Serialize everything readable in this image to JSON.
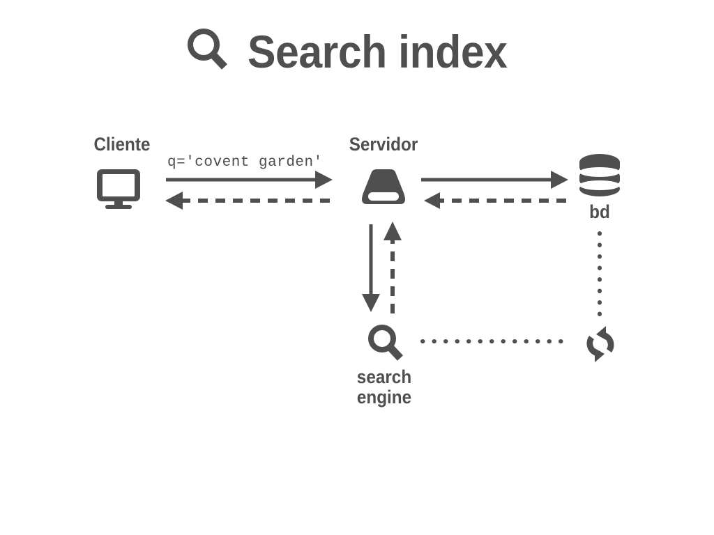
{
  "page": {
    "background_color": "#ffffff",
    "ink_color": "#4f4f4f"
  },
  "header": {
    "title": "Search index",
    "icon": "search-icon"
  },
  "diagram": {
    "type": "sequence-architecture-diagram",
    "nodes": [
      {
        "id": "cliente",
        "label": "Cliente",
        "icon": "desktop-monitor-icon",
        "label_position": "above"
      },
      {
        "id": "servidor",
        "label": "Servidor",
        "icon": "server-icon",
        "label_position": "above"
      },
      {
        "id": "bd",
        "label": "bd",
        "icon": "database-icon",
        "label_position": "below"
      },
      {
        "id": "search-engine",
        "label": "search\nengine",
        "icon": "search-icon",
        "label_position": "below"
      },
      {
        "id": "sync",
        "label": "",
        "icon": "sync-icon",
        "label_position": "none"
      }
    ],
    "edges": [
      {
        "id": "client-to-server",
        "from": "cliente",
        "to": "servidor",
        "style": "solid",
        "direction": "right",
        "label": "q='covent garden'"
      },
      {
        "id": "server-to-client",
        "from": "servidor",
        "to": "cliente",
        "style": "dashed",
        "direction": "left",
        "label": ""
      },
      {
        "id": "server-to-bd",
        "from": "servidor",
        "to": "bd",
        "style": "solid",
        "direction": "right",
        "label": ""
      },
      {
        "id": "bd-to-server",
        "from": "bd",
        "to": "servidor",
        "style": "dashed",
        "direction": "left",
        "label": ""
      },
      {
        "id": "server-to-search-engine",
        "from": "servidor",
        "to": "search-engine",
        "style": "solid",
        "direction": "down",
        "label": ""
      },
      {
        "id": "search-engine-to-server",
        "from": "search-engine",
        "to": "servidor",
        "style": "dashed",
        "direction": "up",
        "label": ""
      },
      {
        "id": "search-engine-to-sync",
        "from": "search-engine",
        "to": "sync",
        "style": "dotted",
        "direction": "none",
        "label": ""
      },
      {
        "id": "bd-to-sync",
        "from": "bd",
        "to": "sync",
        "style": "dotted",
        "direction": "none",
        "label": ""
      }
    ]
  }
}
